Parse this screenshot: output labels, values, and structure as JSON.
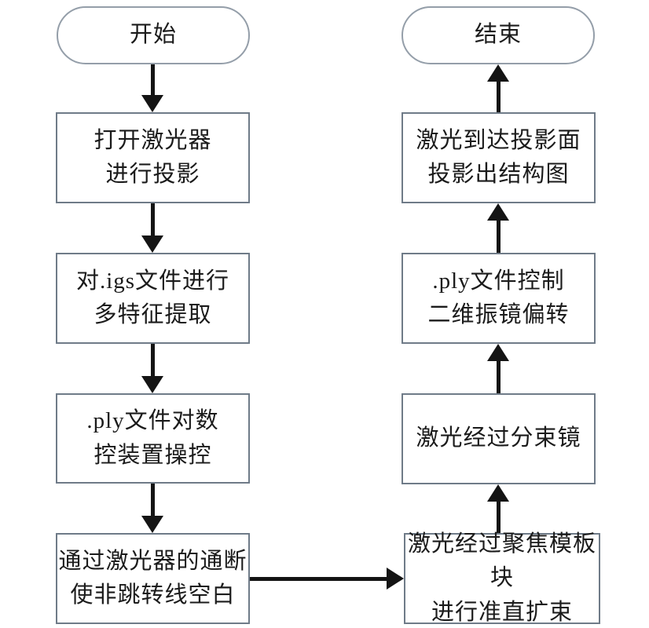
{
  "flowchart": {
    "start_label": "开始",
    "end_label": "结束",
    "left_steps": [
      {
        "text": "打开激光器\n进行投影"
      },
      {
        "text": "对.igs文件进行\n多特征提取"
      },
      {
        "text": ".ply文件对数\n控装置操控"
      },
      {
        "text": "通过激光器的通断\n使非跳转线空白"
      }
    ],
    "right_steps": [
      {
        "text": "激光到达投影面\n投影出结构图"
      },
      {
        "text": ".ply文件控制\n二维振镜偏转"
      },
      {
        "text": "激光经过分束镜"
      },
      {
        "text": "激光经过聚焦模板块\n进行准直扩束"
      }
    ]
  },
  "colors": {
    "box_border": "#6F7B88",
    "oval_border": "#949EA9",
    "arrow": "#141414",
    "text": "#1B1B1B",
    "background": "#FFFFFF"
  }
}
